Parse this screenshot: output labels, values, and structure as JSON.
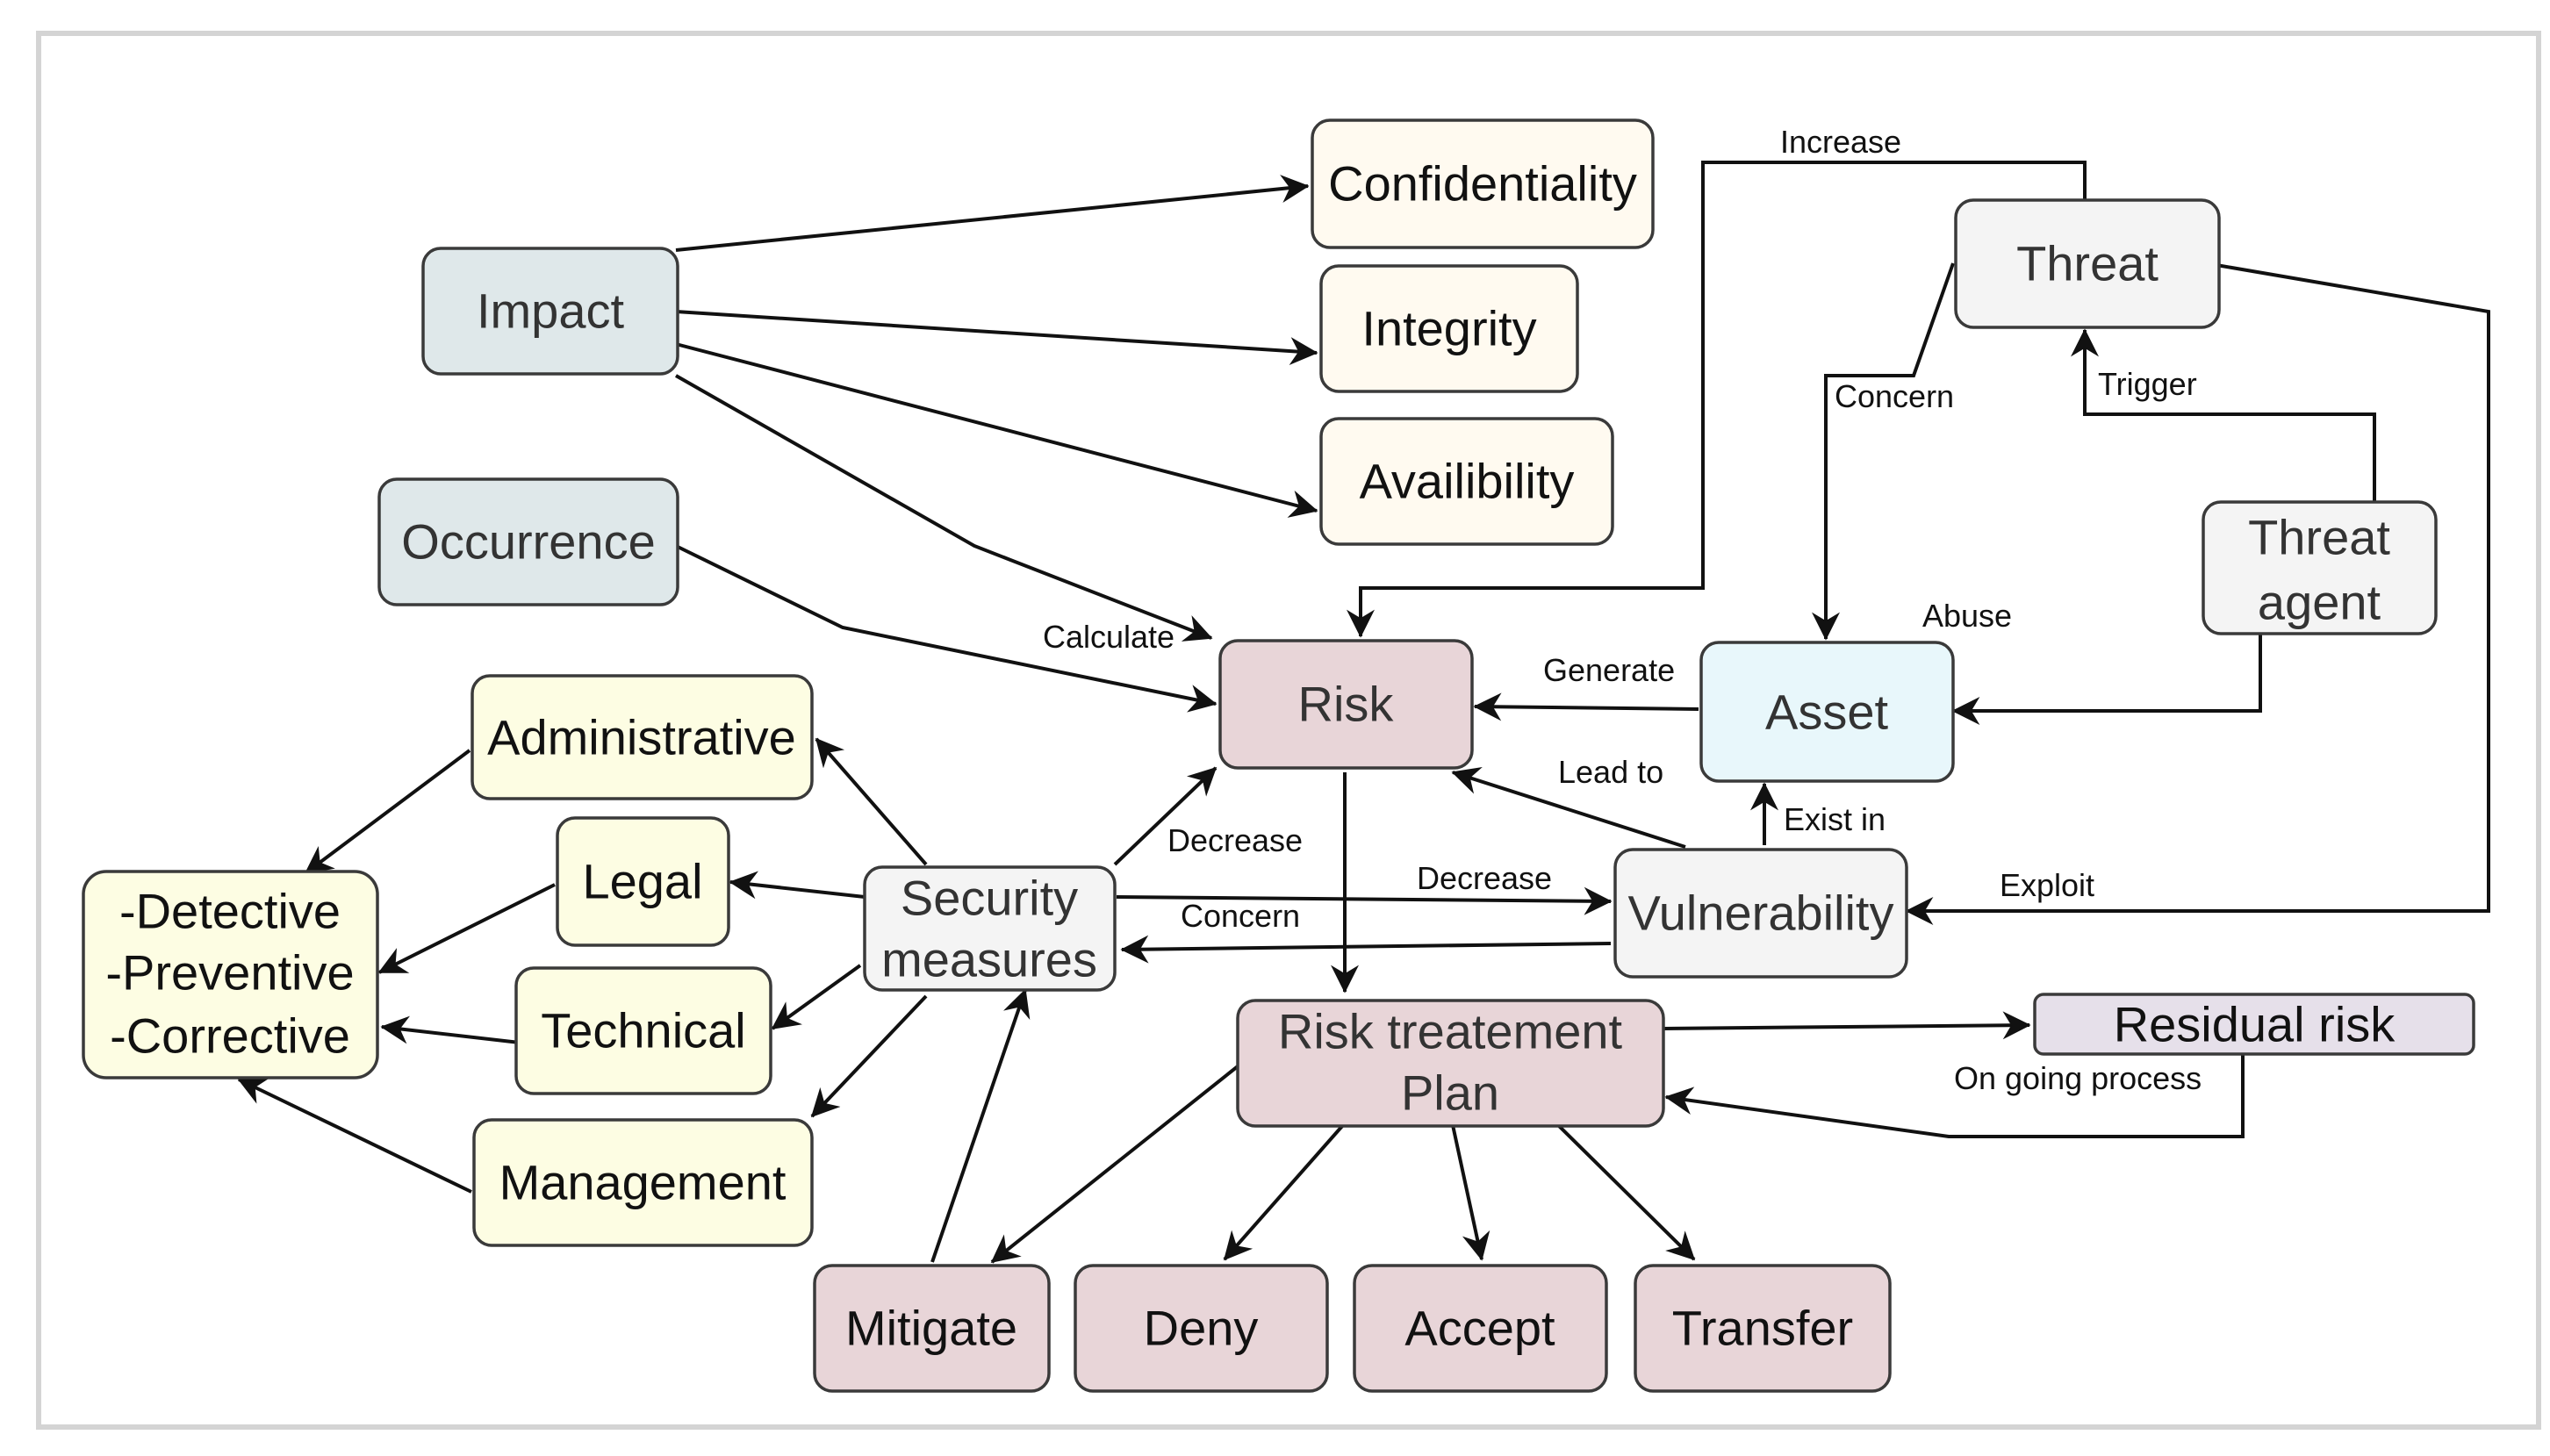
{
  "colors": {
    "grey_blue": "#dfe8ea",
    "cream": "#fffaf0",
    "light_yellow": "#fdfde3",
    "light_grey": "#f4f4f4",
    "pink": "#e8d5d8",
    "light_blue": "#e8f7fb",
    "lavender": "#e6e0ea",
    "edge": "#111111"
  },
  "nodes": {
    "impact": "Impact",
    "occurrence": "Occurrence",
    "confidentiality": "Confidentiality",
    "integrity": "Integrity",
    "availibility": "Availibility",
    "threat": "Threat",
    "threat_agent": [
      "Threat",
      "agent"
    ],
    "risk": "Risk",
    "asset": "Asset",
    "administrative": "Administrative",
    "legal": "Legal",
    "technical": "Technical",
    "management": "Management",
    "controls": [
      "-Detective",
      "-Preventive",
      "-Corrective"
    ],
    "security_measures": [
      "Security",
      "measures"
    ],
    "vulnerability": "Vulnerability",
    "risk_treatment_plan": [
      "Risk treatement",
      "Plan"
    ],
    "residual_risk": "Residual risk",
    "mitigate": "Mitigate",
    "deny": "Deny",
    "accept": "Accept",
    "transfer": "Transfer"
  },
  "edge_labels": {
    "increase": "Increase",
    "concern_threat_asset": "Concern",
    "trigger": "Trigger",
    "abuse": "Abuse",
    "calculate": "Calculate",
    "generate": "Generate",
    "lead_to": "Lead to",
    "exist_in": "Exist in",
    "decrease_risk": "Decrease",
    "decrease_vulnerability": "Decrease",
    "concern_vulnerability_security": "Concern",
    "exploit": "Exploit",
    "on_going_process": "On going process"
  }
}
